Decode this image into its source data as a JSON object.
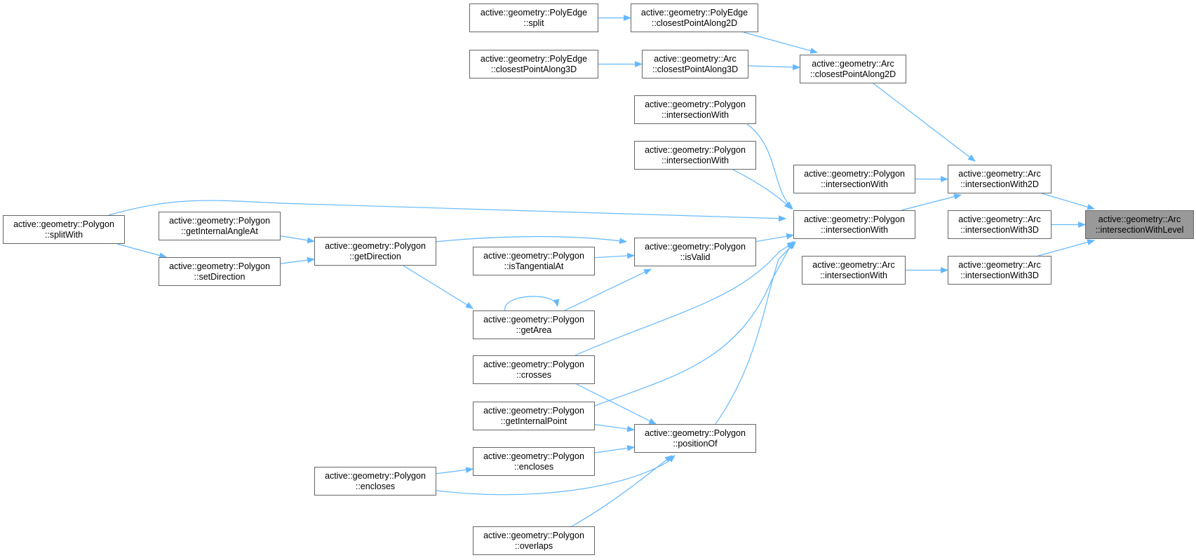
{
  "diagram": {
    "type": "caller-graph",
    "colors": {
      "edge": "#63b8ff",
      "node_border": "#666666",
      "root_fill": "#999999",
      "node_fill": "#ffffff"
    },
    "nodes": [
      {
        "id": "root",
        "line1": "active::geometry::Arc",
        "line2": "::intersectionWithLevel",
        "highlighted": true
      },
      {
        "id": "arcIW2D",
        "line1": "active::geometry::Arc",
        "line2": "::intersectionWith2D"
      },
      {
        "id": "arcIW3Da",
        "line1": "active::geometry::Arc",
        "line2": "::intersectionWith3D"
      },
      {
        "id": "arcIW3Db",
        "line1": "active::geometry::Arc",
        "line2": "::intersectionWith3D"
      },
      {
        "id": "arcCPA2D",
        "line1": "active::geometry::Arc",
        "line2": "::closestPointAlong2D"
      },
      {
        "id": "polyIWmid",
        "line1": "active::geometry::Polygon",
        "line2": "::intersectionWith"
      },
      {
        "id": "polyIWmain",
        "line1": "active::geometry::Polygon",
        "line2": "::intersectionWith"
      },
      {
        "id": "arcIW",
        "line1": "active::geometry::Arc",
        "line2": "::intersectionWith"
      },
      {
        "id": "peCPA2D",
        "line1": "active::geometry::PolyEdge",
        "line2": "::closestPointAlong2D"
      },
      {
        "id": "arcCPA3D",
        "line1": "active::geometry::Arc",
        "line2": "::closestPointAlong3D"
      },
      {
        "id": "peSplit",
        "line1": "active::geometry::PolyEdge",
        "line2": "::split"
      },
      {
        "id": "peCPA3D",
        "line1": "active::geometry::PolyEdge",
        "line2": "::closestPointAlong3D"
      },
      {
        "id": "polyIW1",
        "line1": "active::geometry::Polygon",
        "line2": "::intersectionWith"
      },
      {
        "id": "polyIW2",
        "line1": "active::geometry::Polygon",
        "line2": "::intersectionWith"
      },
      {
        "id": "isValid",
        "line1": "active::geometry::Polygon",
        "line2": "::isValid"
      },
      {
        "id": "positionOf",
        "line1": "active::geometry::Polygon",
        "line2": "::positionOf"
      },
      {
        "id": "isTangentialAt",
        "line1": "active::geometry::Polygon",
        "line2": "::isTangentialAt"
      },
      {
        "id": "getArea",
        "line1": "active::geometry::Polygon",
        "line2": "::getArea"
      },
      {
        "id": "crosses",
        "line1": "active::geometry::Polygon",
        "line2": "::crosses"
      },
      {
        "id": "getInternalPoint",
        "line1": "active::geometry::Polygon",
        "line2": "::getInternalPoint"
      },
      {
        "id": "enclosesA",
        "line1": "active::geometry::Polygon",
        "line2": "::encloses"
      },
      {
        "id": "overlaps",
        "line1": "active::geometry::Polygon",
        "line2": "::overlaps"
      },
      {
        "id": "getDirection",
        "line1": "active::geometry::Polygon",
        "line2": "::getDirection"
      },
      {
        "id": "enclosesB",
        "line1": "active::geometry::Polygon",
        "line2": "::encloses"
      },
      {
        "id": "getInternalAngleAt",
        "line1": "active::geometry::Polygon",
        "line2": "::getInternalAngleAt"
      },
      {
        "id": "setDirection",
        "line1": "active::geometry::Polygon",
        "line2": "::setDirection"
      },
      {
        "id": "splitWith",
        "line1": "active::geometry::Polygon",
        "line2": "::splitWith"
      }
    ],
    "edges": [
      {
        "from": "arcIW2D",
        "to": "root"
      },
      {
        "from": "arcIW3Da",
        "to": "root"
      },
      {
        "from": "arcIW3Db",
        "to": "root"
      },
      {
        "from": "arcCPA2D",
        "to": "arcIW2D"
      },
      {
        "from": "polyIWmid",
        "to": "arcIW2D"
      },
      {
        "from": "polyIWmain",
        "to": "arcIW2D"
      },
      {
        "from": "arcIW",
        "to": "arcIW3Db"
      },
      {
        "from": "peCPA2D",
        "to": "arcCPA2D"
      },
      {
        "from": "arcCPA3D",
        "to": "arcCPA2D"
      },
      {
        "from": "peSplit",
        "to": "peCPA2D"
      },
      {
        "from": "peCPA3D",
        "to": "arcCPA3D"
      },
      {
        "from": "polyIW1",
        "to": "polyIWmain"
      },
      {
        "from": "polyIW2",
        "to": "polyIWmain"
      },
      {
        "from": "splitWith",
        "to": "polyIWmain"
      },
      {
        "from": "isValid",
        "to": "polyIWmain"
      },
      {
        "from": "crosses",
        "to": "polyIWmain"
      },
      {
        "from": "getInternalPoint",
        "to": "polyIWmain"
      },
      {
        "from": "positionOf",
        "to": "polyIWmain"
      },
      {
        "from": "getDirection",
        "to": "isValid"
      },
      {
        "from": "isTangentialAt",
        "to": "isValid"
      },
      {
        "from": "getArea",
        "to": "isValid"
      },
      {
        "from": "getArea",
        "to": "getArea"
      },
      {
        "from": "getDirection",
        "to": "getArea"
      },
      {
        "from": "getInternalAngleAt",
        "to": "getDirection"
      },
      {
        "from": "setDirection",
        "to": "getDirection"
      },
      {
        "from": "splitWith",
        "to": "setDirection"
      },
      {
        "from": "crosses",
        "to": "positionOf"
      },
      {
        "from": "getInternalPoint",
        "to": "positionOf"
      },
      {
        "from": "enclosesA",
        "to": "positionOf"
      },
      {
        "from": "enclosesB",
        "to": "positionOf"
      },
      {
        "from": "overlaps",
        "to": "positionOf"
      },
      {
        "from": "enclosesB",
        "to": "enclosesA"
      }
    ]
  }
}
